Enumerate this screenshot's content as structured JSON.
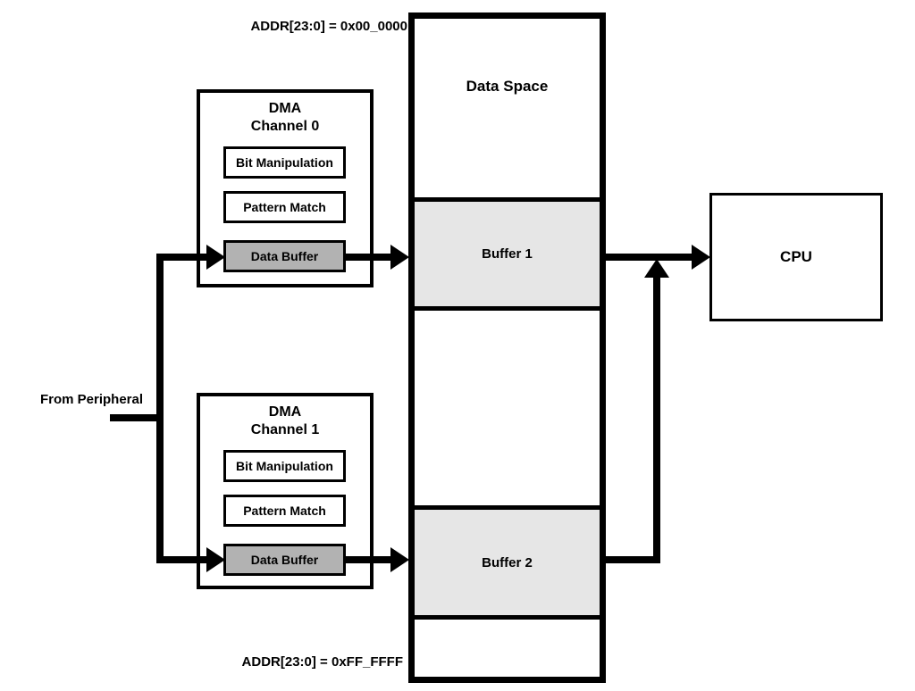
{
  "diagram": {
    "title_semantic": "DMA dual-channel data transfer block diagram",
    "top_address_label": "ADDR[23:0] = 0x00_0000",
    "bottom_address_label": "ADDR[23:0] = 0xFF_FFFF",
    "from_peripheral_label": "From Peripheral",
    "data_space": {
      "title": "Data Space",
      "buffer1_label": "Buffer 1",
      "buffer2_label": "Buffer 2"
    },
    "cpu_label": "CPU",
    "dma_channels": [
      {
        "title_line1": "DMA",
        "title_line2": "Channel 0",
        "blocks": [
          "Bit Manipulation",
          "Pattern Match",
          "Data Buffer"
        ]
      },
      {
        "title_line1": "DMA",
        "title_line2": "Channel 1",
        "blocks": [
          "Bit Manipulation",
          "Pattern Match",
          "Data Buffer"
        ]
      }
    ],
    "colors": {
      "line": "#000000",
      "buffer_region_fill": "#e6e6e6",
      "data_buffer_fill": "#b2b2b2",
      "background": "#ffffff"
    }
  }
}
